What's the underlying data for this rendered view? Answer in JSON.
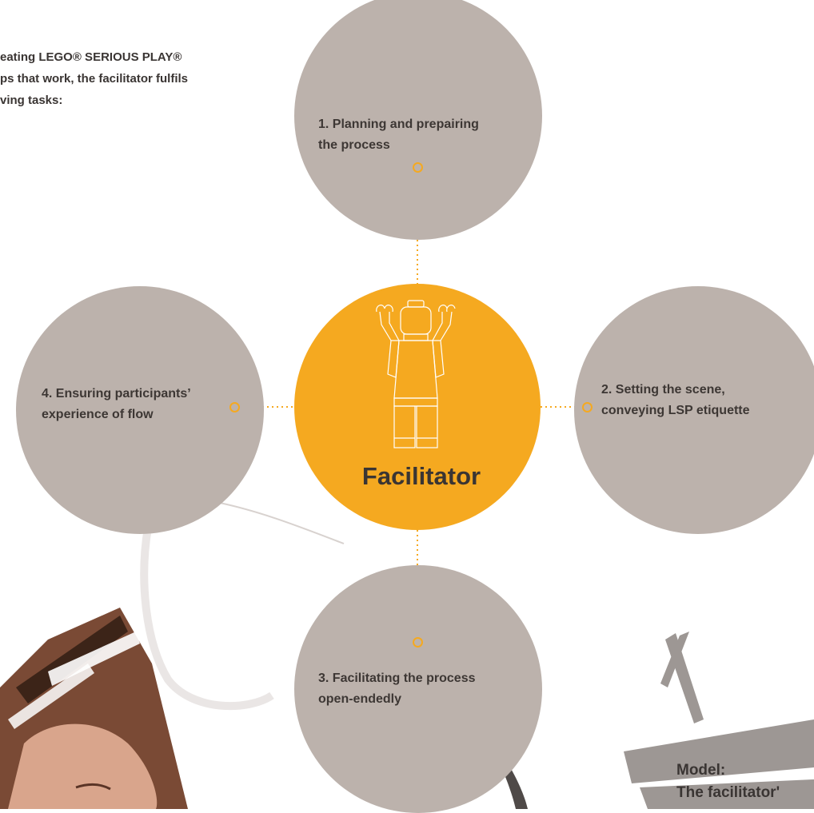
{
  "intro_text": "eating LEGO® SERIOUS PLAY®\nps that work, the facilitator fulfils\nving tasks:",
  "center": {
    "label": "Facilitator"
  },
  "tasks": [
    {
      "label": "1. Planning and prepairing\nthe process"
    },
    {
      "label": "2. Setting the scene,\nconveying LSP etiquette"
    },
    {
      "label": "3. Facilitating the process\nopen-endedly"
    },
    {
      "label": "4. Ensuring participants’\nexperience of flow"
    }
  ],
  "model_label": "Model:\nThe facilitator'",
  "colors": {
    "accent": "#f5a920",
    "circle": "#bcb2ac",
    "text": "#3a3533"
  },
  "icons": [
    "lego-minifigure-icon"
  ]
}
